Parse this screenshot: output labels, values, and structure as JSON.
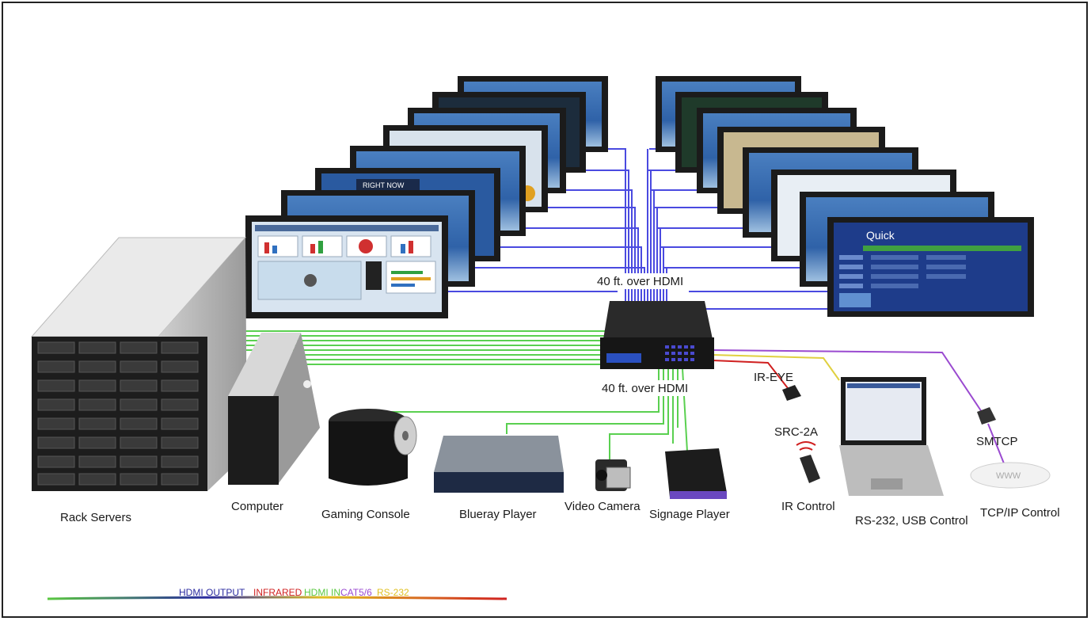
{
  "labels": {
    "hdmi_top": "40 ft. over HDMI",
    "hdmi_bottom": "40 ft. over HDMI",
    "ir_eye": "IR-EYE",
    "src2a": "SRC-2A",
    "smtcp": "SMTCP",
    "www": "WWW",
    "rack_servers": "Rack Servers",
    "computer": "Computer",
    "gaming_console": "Gaming Console",
    "blueray_player": "Blueray Player",
    "video_camera": "Video Camera",
    "signage_player": "Signage Player",
    "ir_control": "IR Control",
    "rs232_usb": "RS-232, USB Control",
    "tcpip": "TCP/IP Control"
  },
  "screen_text": {
    "right_front_title": "Quick",
    "left_mid_banner": "RIGHT NOW"
  },
  "legend": [
    {
      "label": "HDMI OUTPUT",
      "color": "#2a2aa0"
    },
    {
      "label": "INFRARED",
      "color": "#d02020"
    },
    {
      "label": "HDMI IN",
      "color": "#5ac840"
    },
    {
      "label": "CAT5/6",
      "color": "#9a4ad0"
    },
    {
      "label": "RS-232",
      "color": "#e0c020"
    }
  ],
  "colors": {
    "hdmi_output": "#4a4ae0",
    "hdmi_in": "#5ad050",
    "infrared": "#d02020",
    "rs232": "#e0d040",
    "cat56": "#9a4ad0"
  }
}
